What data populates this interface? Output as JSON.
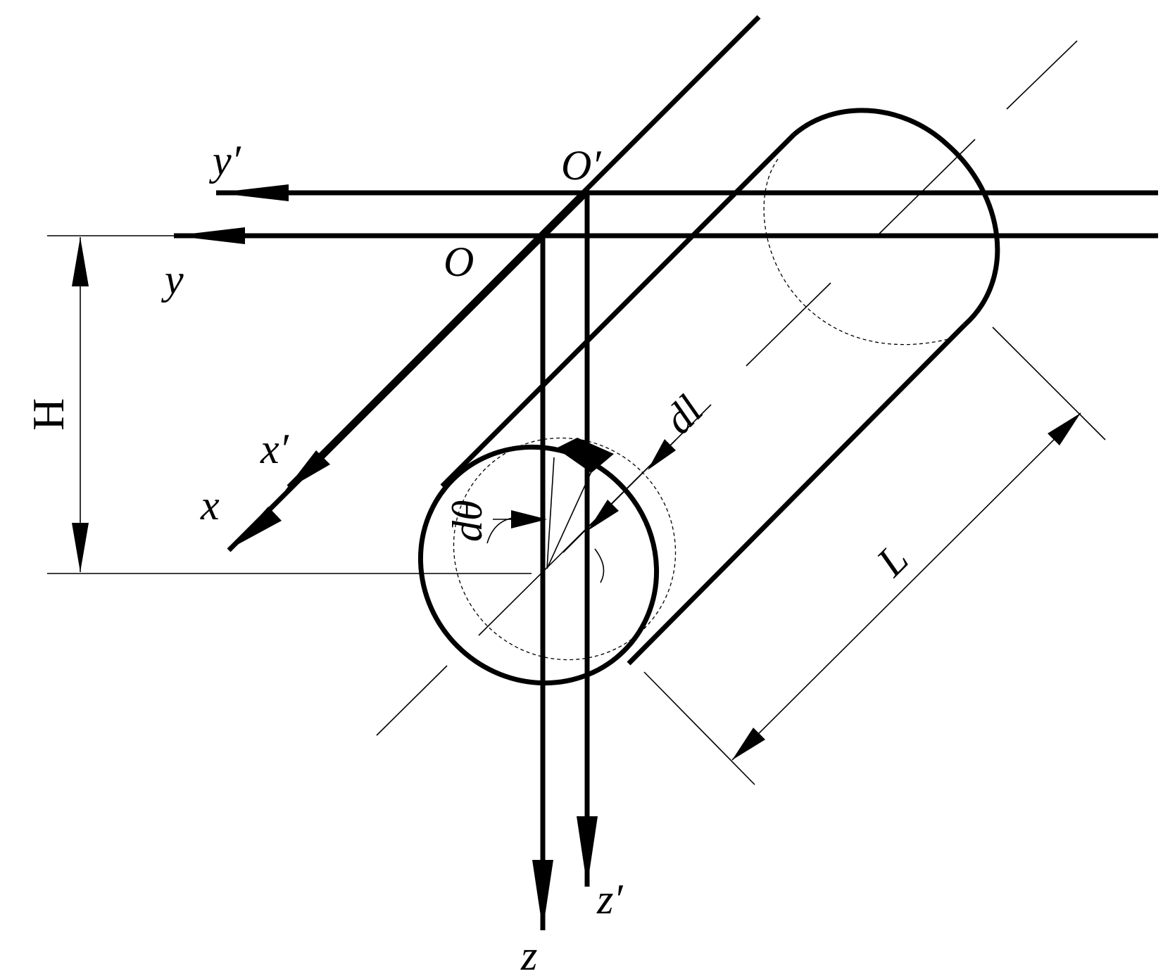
{
  "labels": {
    "y_prime": "y′",
    "y": "y",
    "o_prime": "O′",
    "o": "O",
    "h": "H",
    "x_prime": "x′",
    "x": "x",
    "d_theta": "dθ",
    "d_l": "dl",
    "l": "L",
    "z": "z",
    "z_prime": "z′"
  }
}
